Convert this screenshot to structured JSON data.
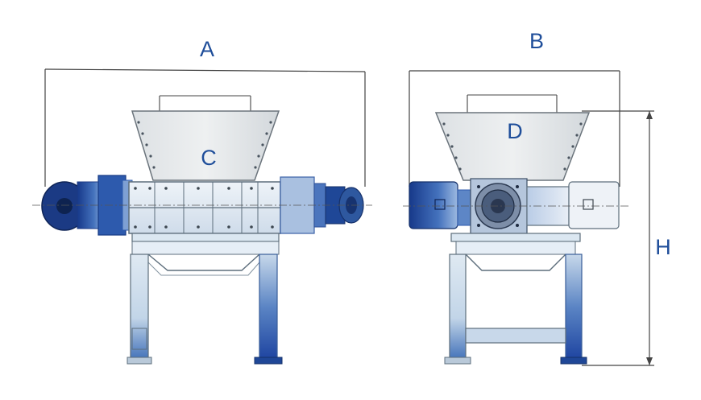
{
  "labels": {
    "a": "A",
    "b": "B",
    "c": "C",
    "d": "D",
    "h": "H"
  },
  "colors": {
    "label": "#1f4e9a",
    "frame": "#dbe7f1",
    "frame_edge": "#5d6e7c",
    "hopper": "#e7eaec",
    "motor_dark": "#1a3f8f",
    "motor_mid": "#5d86c6",
    "dim_line": "#444444"
  }
}
